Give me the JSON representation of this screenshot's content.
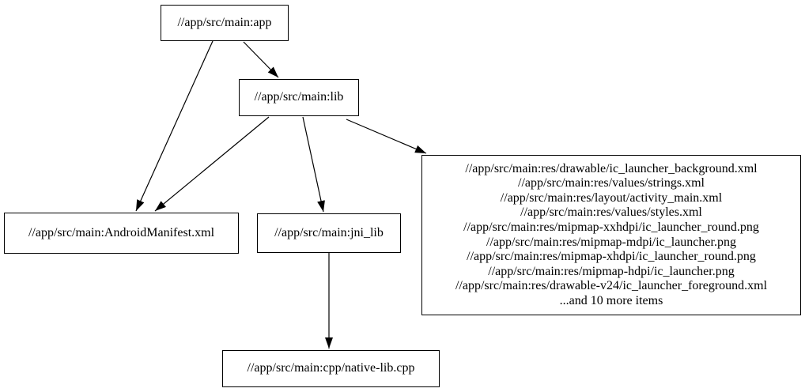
{
  "diagram": {
    "type": "dependency-graph",
    "background_color": "#ffffff",
    "node_fill_color": "#ffffff",
    "node_border_color": "#000000",
    "edge_color": "#000000",
    "text_color": "#000000",
    "nodes": {
      "app": {
        "label": "//app/src/main:app"
      },
      "lib": {
        "label": "//app/src/main:lib"
      },
      "manifest": {
        "label": "//app/src/main:AndroidManifest.xml"
      },
      "jni_lib": {
        "label": "//app/src/main:jni_lib"
      },
      "res_files": {
        "lines": [
          "//app/src/main:res/drawable/ic_launcher_background.xml",
          "//app/src/main:res/values/strings.xml",
          "//app/src/main:res/layout/activity_main.xml",
          "//app/src/main:res/values/styles.xml",
          "//app/src/main:res/mipmap-xxhdpi/ic_launcher_round.png",
          "//app/src/main:res/mipmap-mdpi/ic_launcher.png",
          "//app/src/main:res/mipmap-xhdpi/ic_launcher_round.png",
          "//app/src/main:res/mipmap-hdpi/ic_launcher.png",
          "//app/src/main:res/drawable-v24/ic_launcher_foreground.xml",
          "...and 10 more items"
        ]
      },
      "native_cpp": {
        "label": "//app/src/main:cpp/native-lib.cpp"
      }
    },
    "edges": [
      {
        "from": "app",
        "to": "lib"
      },
      {
        "from": "app",
        "to": "manifest"
      },
      {
        "from": "lib",
        "to": "manifest"
      },
      {
        "from": "lib",
        "to": "jni_lib"
      },
      {
        "from": "lib",
        "to": "res_files"
      },
      {
        "from": "jni_lib",
        "to": "native_cpp"
      }
    ]
  }
}
